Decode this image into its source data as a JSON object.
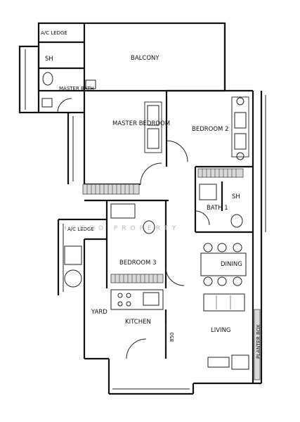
{
  "rooms": {
    "ac_ledge_top": "A/C LEDGE",
    "balcony": "BALCONY",
    "sh_master": "SH",
    "master_bath": "MASTER BATH",
    "master_bedroom": "MASTER BEDROOM",
    "bedroom2": "BEDROOM 2",
    "sh_bath1": "SH",
    "bath1": "BATH 1",
    "ac_ledge_mid": "A/C LEDGE",
    "bedroom3": "BEDROOM 3",
    "dining": "DINING",
    "yard": "YARD",
    "kitchen": "KITCHEN",
    "living": "LIVING",
    "planter_box": "PLANTER BOX"
  },
  "dimension": "850",
  "watermark": "HOGOO PROPERTY"
}
